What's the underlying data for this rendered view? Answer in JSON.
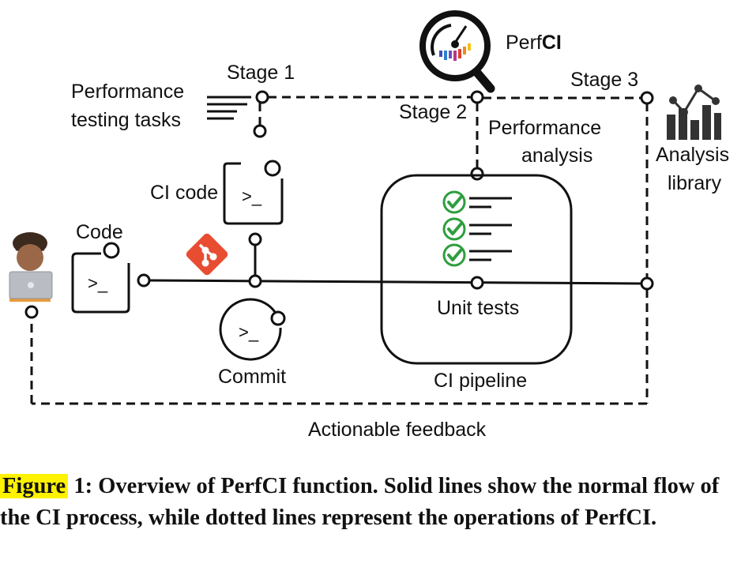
{
  "labels": {
    "stage1": "Stage 1",
    "stage2": "Stage 2",
    "stage3": "Stage 3",
    "perfci_prefix": "Perf",
    "perfci_bold": "CI",
    "perf_tasks_line1": "Performance",
    "perf_tasks_line2": "testing tasks",
    "perf_analysis_line1": "Performance",
    "perf_analysis_line2": "analysis",
    "analysis_lib_line1": "Analysis",
    "analysis_lib_line2": "library",
    "ci_code": "CI code",
    "code": "Code",
    "commit": "Commit",
    "unit_tests": "Unit tests",
    "ci_pipeline": "CI pipeline",
    "feedback": "Actionable feedback",
    "terminal_prompt": ">_"
  },
  "caption": {
    "figure": "Figure",
    "text": " 1: Overview of PerfCI function. Solid lines show the normal flow of the CI process, while dotted lines represent the operations of PerfCI."
  },
  "colors": {
    "line": "#111111",
    "git": "#e84d31",
    "check": "#2e9e3e",
    "highlight": "#fff200"
  },
  "icons": [
    "developer-icon",
    "git-icon",
    "magnifier-gauge-icon",
    "bar-chart-icon",
    "checkmark-icon",
    "terminal-icon",
    "text-lines-icon"
  ]
}
